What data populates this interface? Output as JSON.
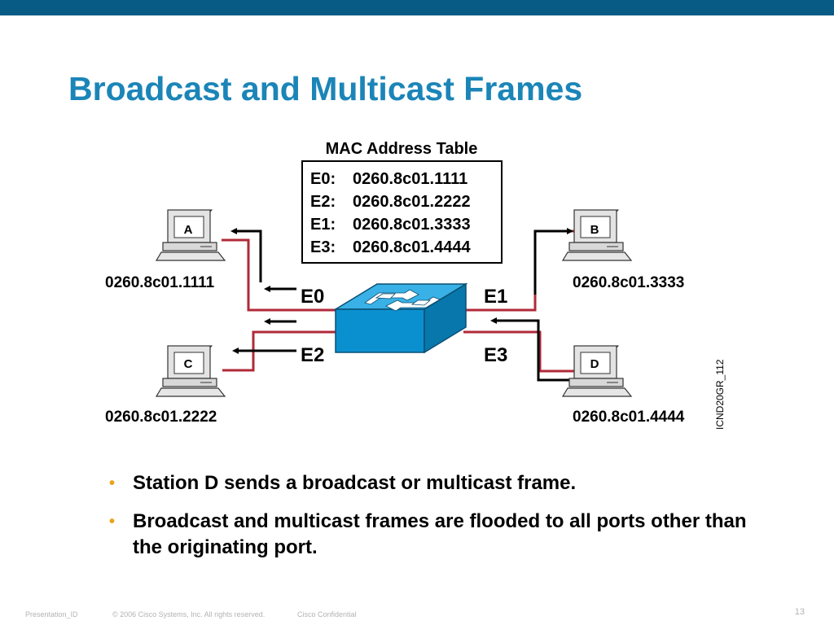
{
  "slide": {
    "title": "Broadcast and Multicast Frames",
    "colors": {
      "top_bar": "#075b85",
      "title": "#1b85b8",
      "link": "#b02a38",
      "switch": "#0b90cf",
      "bullet": "#e8a317"
    }
  },
  "diagram": {
    "mac_table": {
      "title": "MAC Address Table",
      "entries": [
        {
          "port": "E0:",
          "mac": "0260.8c01.1111"
        },
        {
          "port": "E2:",
          "mac": "0260.8c01.2222"
        },
        {
          "port": "E1:",
          "mac": "0260.8c01.3333"
        },
        {
          "port": "E3:",
          "mac": "0260.8c01.4444"
        }
      ]
    },
    "hosts": [
      {
        "letter": "A",
        "address": "0260.8c01.1111",
        "port": "E0"
      },
      {
        "letter": "B",
        "address": "0260.8c01.3333",
        "port": "E1"
      },
      {
        "letter": "C",
        "address": "0260.8c01.2222",
        "port": "E2"
      },
      {
        "letter": "D",
        "address": "0260.8c01.4444",
        "port": "E3"
      }
    ],
    "figure_id": "ICND20GR_112",
    "switch_icon": "switch-icon",
    "computer_icon": "computer-icon"
  },
  "bullets": [
    "Station D sends a broadcast or multicast frame.",
    "Broadcast and multicast frames are flooded to all ports other than the originating port."
  ],
  "footer": {
    "presentation_id": "Presentation_ID",
    "copyright": "© 2006 Cisco Systems, Inc. All rights reserved.",
    "confidential": "Cisco Confidential",
    "page_number": "13"
  }
}
